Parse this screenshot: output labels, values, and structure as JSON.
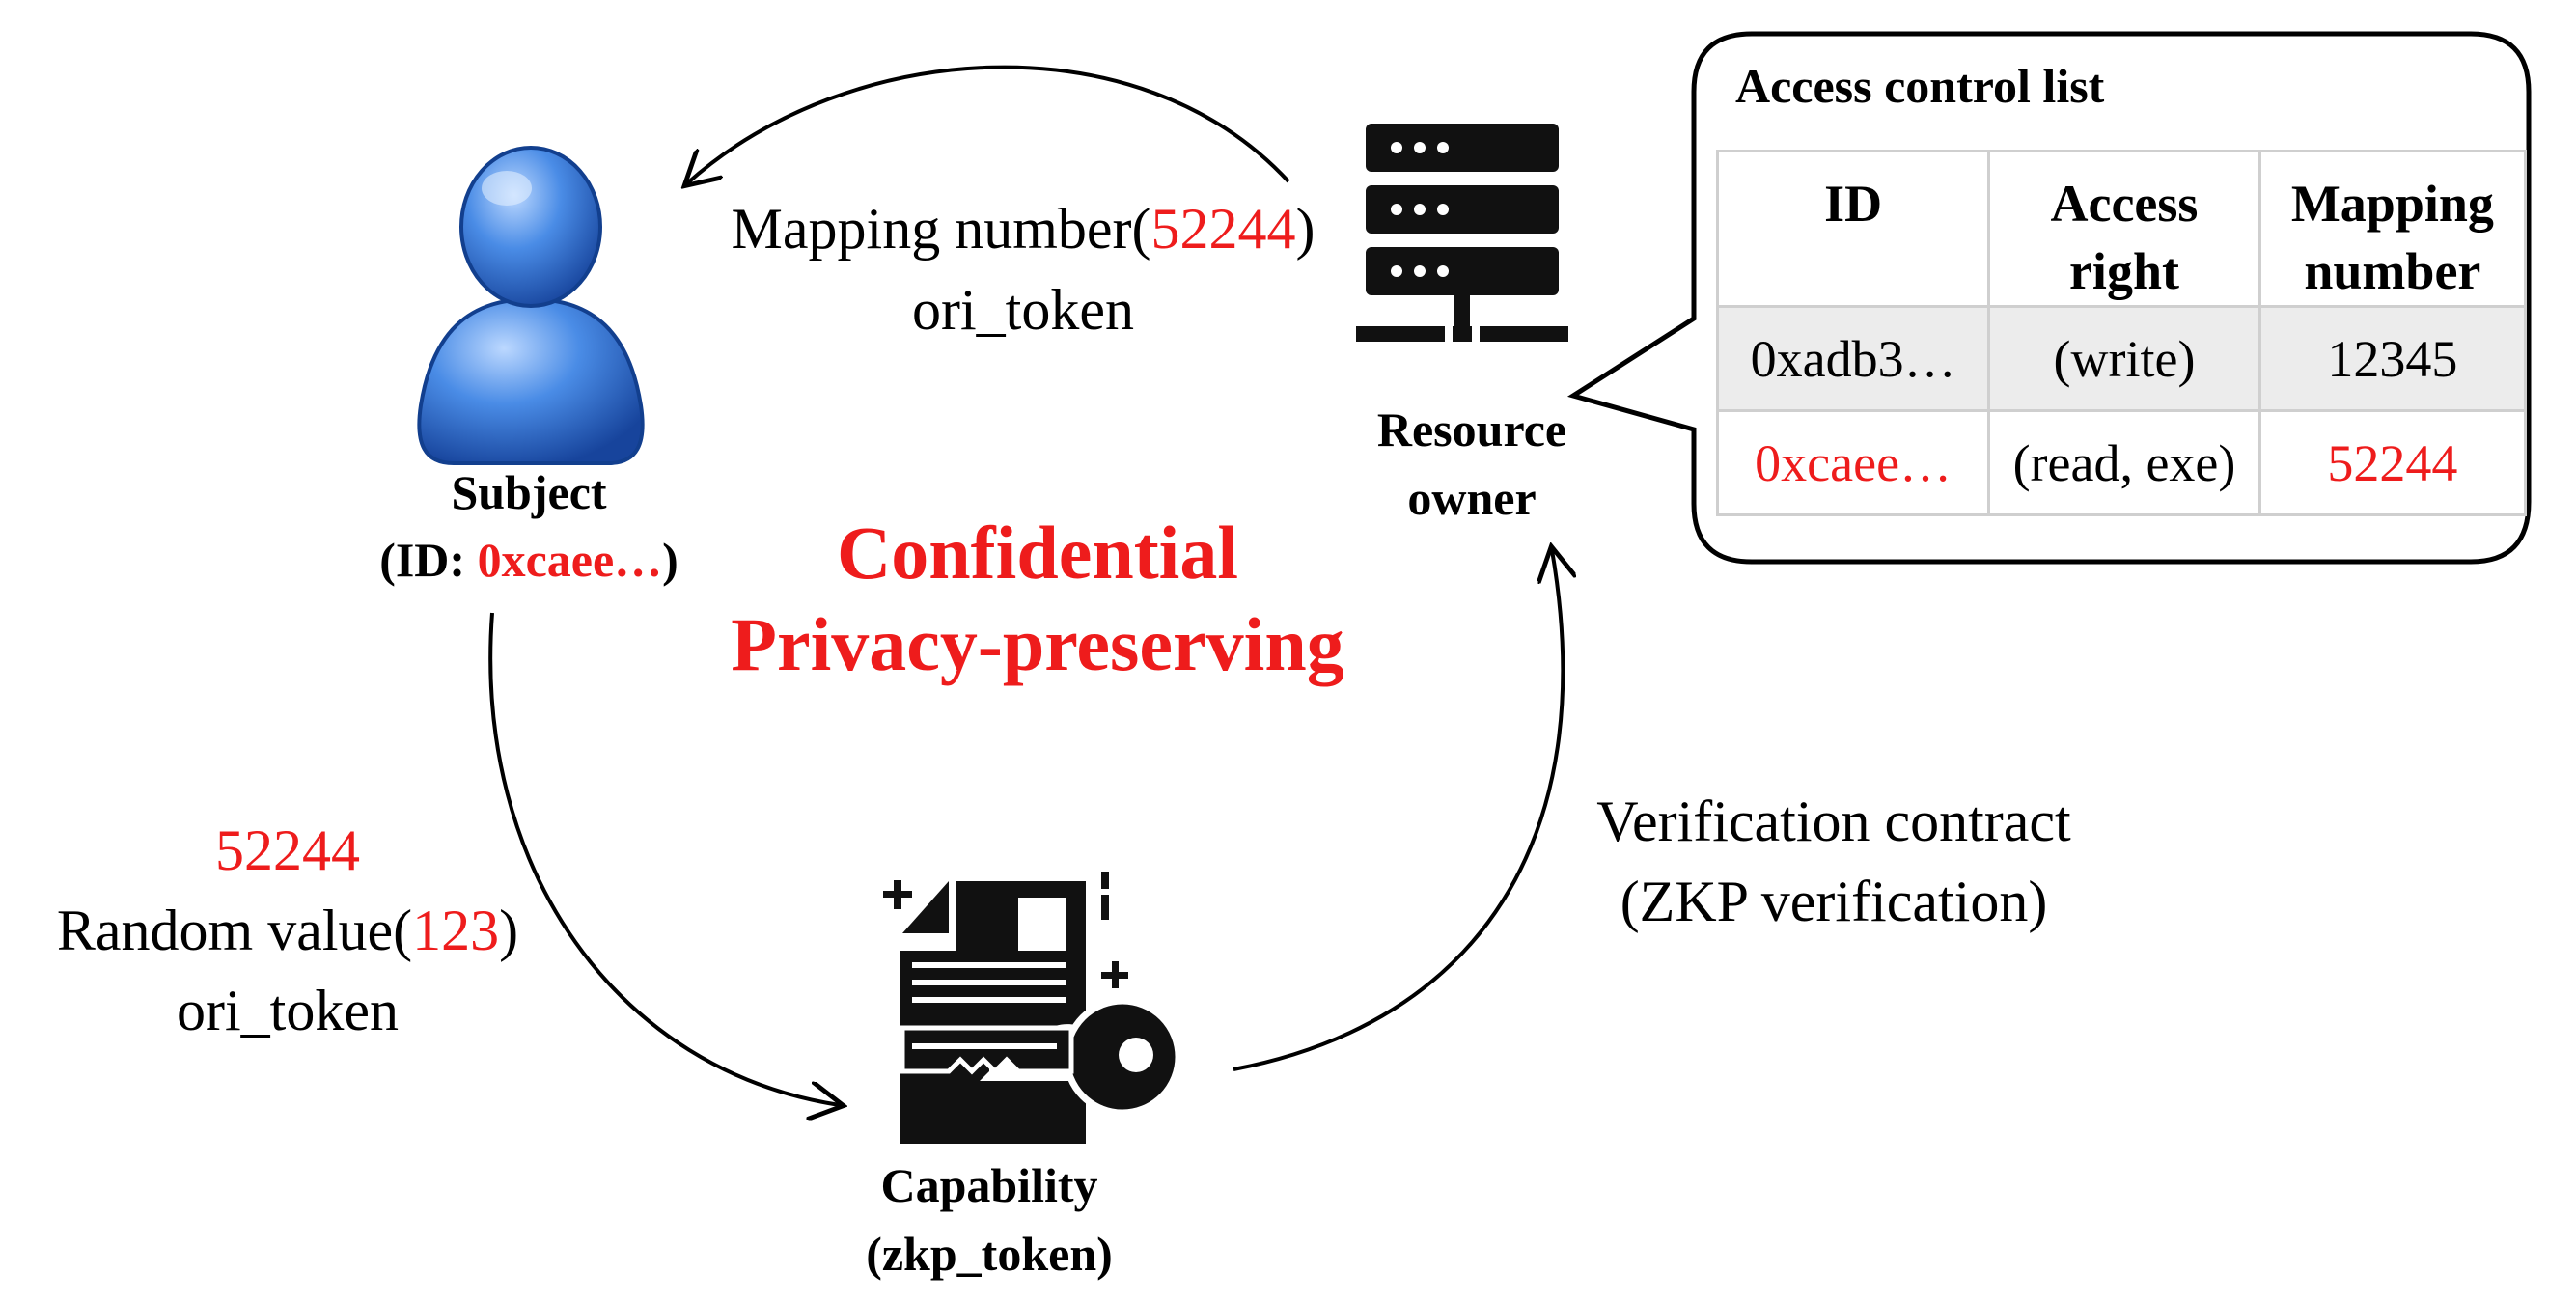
{
  "subject": {
    "name": "Subject",
    "id_prefix": "(ID: ",
    "id_value": "0xcaee…",
    "id_suffix": ")"
  },
  "resource_owner": {
    "line1": "Resource",
    "line2": "owner"
  },
  "capability": {
    "line1": "Capability",
    "line2": "(zkp_token)"
  },
  "center_title": {
    "line1": "Confidential",
    "line2": "Privacy-preserving"
  },
  "top_arrow_label": {
    "line1_prefix": "Mapping number(",
    "line1_value": "52244",
    "line1_suffix": ")",
    "line2": "ori_token"
  },
  "left_arrow_label": {
    "line1": "52244",
    "line2_prefix": "Random value(",
    "line2_value": "123",
    "line2_suffix": ")",
    "line3": "ori_token"
  },
  "right_arrow_label": {
    "line1": "Verification contract",
    "line2": "(ZKP verification)"
  },
  "acl": {
    "title": "Access control list",
    "headers": [
      {
        "line1": "ID",
        "line2": ""
      },
      {
        "line1": "Access",
        "line2": "right"
      },
      {
        "line1": "Mapping",
        "line2": "number"
      }
    ],
    "rows": [
      {
        "id": "0xadb3…",
        "right": "(write)",
        "number": "12345",
        "highlight": false
      },
      {
        "id": "0xcaee…",
        "right": "(read, exe)",
        "number": "52244",
        "highlight": true
      }
    ]
  },
  "colors": {
    "highlight": "#ee1c1c",
    "user_icon": "#3a78d8",
    "icon_dark": "#111111"
  },
  "icons": [
    "user-icon",
    "server-icon",
    "document-key-icon"
  ]
}
